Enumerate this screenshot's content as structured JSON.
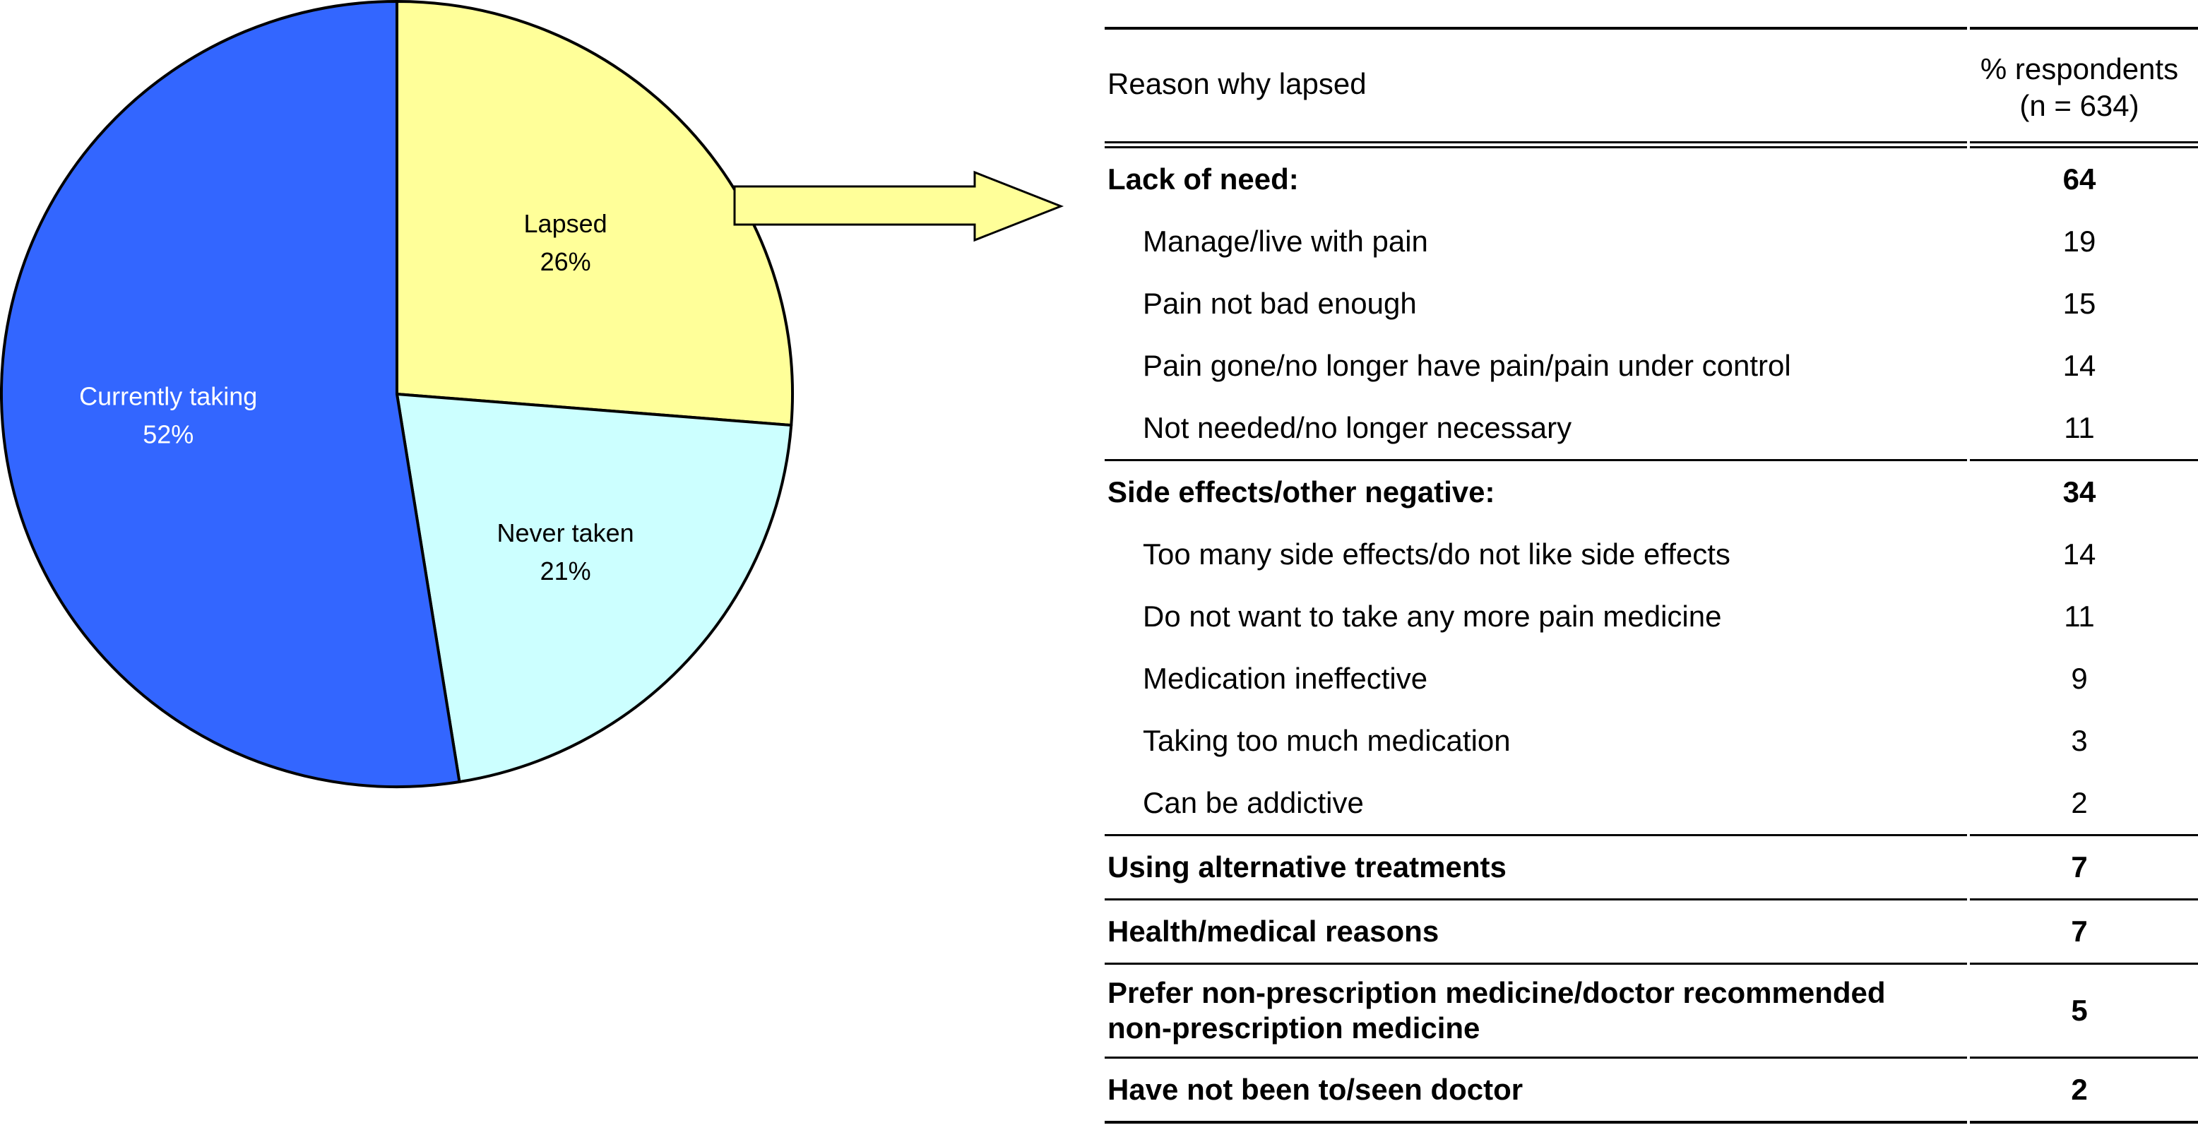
{
  "chart_data": [
    {
      "type": "pie",
      "slices": [
        {
          "label": "Lapsed",
          "value": 26,
          "value_text": "26%",
          "color": "#ffff99"
        },
        {
          "label": "Never taken",
          "value": 21,
          "value_text": "21%",
          "color": "#ccffff"
        },
        {
          "label": "Currently taking",
          "value": 52,
          "value_text": "52%",
          "color": "#3366ff"
        }
      ],
      "start_angle_deg": 0,
      "direction": "clockwise",
      "callout": {
        "from_slice": "Lapsed",
        "to": "table",
        "color": "#ffff99"
      }
    },
    {
      "type": "table",
      "columns": [
        "Reason why lapsed",
        "% respondents",
        "(n = 634)"
      ],
      "rows": [
        {
          "reason": "Lack of need:",
          "value": "64",
          "level": "category"
        },
        {
          "reason": "Manage/live with pain",
          "value": "19",
          "level": "item"
        },
        {
          "reason": "Pain not bad enough",
          "value": "15",
          "level": "item"
        },
        {
          "reason": "Pain gone/no longer have pain/pain under control",
          "value": "14",
          "level": "item"
        },
        {
          "reason": "Not needed/no longer necessary",
          "value": "11",
          "level": "item"
        },
        {
          "reason": "Side effects/other negative:",
          "value": "34",
          "level": "category"
        },
        {
          "reason": "Too many side effects/do not like side effects",
          "value": "14",
          "level": "item"
        },
        {
          "reason": "Do not want to take any more pain medicine",
          "value": "11",
          "level": "item"
        },
        {
          "reason": "Medication ineffective",
          "value": "9",
          "level": "item"
        },
        {
          "reason": "Taking too much medication",
          "value": "3",
          "level": "item"
        },
        {
          "reason": "Can be addictive",
          "value": "2",
          "level": "item"
        },
        {
          "reason": "Using alternative treatments",
          "value": "7",
          "level": "category"
        },
        {
          "reason": "Health/medical reasons",
          "value": "7",
          "level": "category"
        },
        {
          "reason": "Prefer non-prescription medicine/doctor recommended non-prescription medicine",
          "value": "5",
          "level": "category"
        },
        {
          "reason": "Have not been to/seen doctor",
          "value": "2",
          "level": "category"
        }
      ]
    }
  ]
}
